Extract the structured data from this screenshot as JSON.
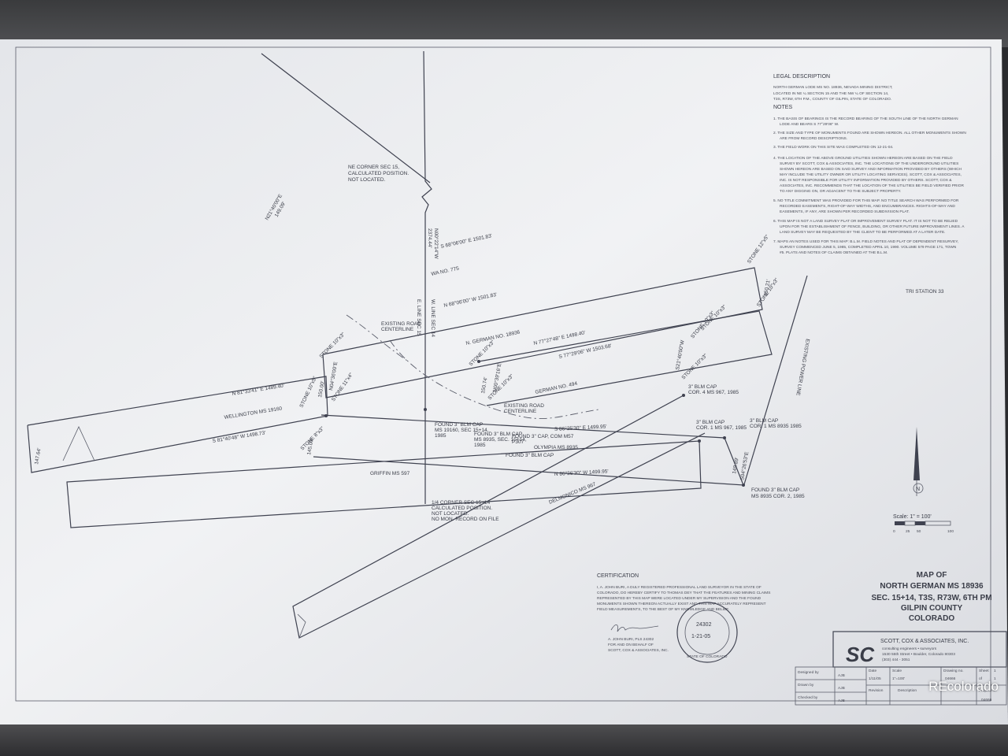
{
  "legal": {
    "heading": "LEGAL DESCRIPTION",
    "line1": "NORTH GERMAN LODE MS NO. 18936, NEVADA MINING DISTRICT,",
    "line2": "LOCATED IN NE ¼ SECTION 15 AND THE NW ¼ OF SECTION 14,",
    "line3": "T3S, R73W, 6TH P.M., COUNTY OF GILPIN, STATE OF COLORADO."
  },
  "notes": {
    "heading": "NOTES",
    "n1a": "1. THE BASIS OF BEARINGS IS THE RECORD BEARING OF THE SOUTH LINE OF THE NORTH GERMAN",
    "n1b": "LODE AND BEARS S 77°29'06\" W.",
    "n2a": "2. THE SIZE AND TYPE OF MONUMENTS FOUND ARE SHOWN HEREON. ALL OTHER MONUMENTS SHOWN",
    "n2b": "ARE FROM RECORD DESCRIPTIONS.",
    "n3": "3. THE FIELD WORK ON THIS SITE WAS COMPLETED ON 12-21-04.",
    "n4a": "4. THE LOCATION OF THE ABOVE GROUND UTILITIES SHOWN HEREON ARE BASED ON THE FIELD",
    "n4b": "SURVEY BY SCOTT, COX & ASSOCIATES, INC. THE LOCATIONS OF THE UNDERGROUND UTILITIES",
    "n4c": "SHOWN HEREON ARE BASED ON SAID SURVEY AND INFORMATION PROVIDED BY OTHERS (WHICH",
    "n4d": "MAY INCLUDE THE UTILITY OWNER OR UTILITY LOCATING SERVICES). SCOTT, COX & ASSOCIATES,",
    "n4e": "INC. IS NOT RESPONSIBLE FOR UTILITY INFORMATION PROVIDED BY OTHERS. SCOTT, COX &",
    "n4f": "ASSOCIATES, INC. RECOMMENDS THAT THE LOCATION OF THE UTILITIES BE FIELD VERIFIED PRIOR",
    "n4g": "TO ANY DIGGING ON, OR ADJACENT TO THE SUBJECT PROPERTY.",
    "n5a": "5. NO TITLE COMMITMENT WAS PROVIDED FOR THIS MAP. NO TITLE SEARCH WAS PERFORMED FOR",
    "n5b": "RECORDED EASEMENTS, RIGHT-OF-WAY WIDTHS, AND ENCUMBRANCES. RIGHTS-OF-WAY AND",
    "n5c": "EASEMENTS, IF ANY, ARE SHOWN PER RECORDED SUBDIVISION PLAT.",
    "n6a": "6. THIS MAP IS NOT A LAND SURVEY PLAT OR IMPROVEMENT SURVEY PLAT. IT IS NOT TO BE RELIED",
    "n6b": "UPON FOR THE ESTABLISHMENT OF FENCE, BUILDING, OR OTHER FUTURE IMPROVEMENT LINES. A",
    "n6c": "LAND SURVEY MAY BE REQUESTED BY THE CLIENT TO BE PERFORMED AT A LATER DATE.",
    "n7a": "7. MAPS AN NOTES USED FOR THIS MAP: B.L.M. FIELD NOTES AND PLAT OF DEPENDENT RESURVEY,",
    "n7b": "SURVEY COMMENCED JUNE 5, 1985, COMPLETED APRIL 10, 1990. VOLUME 579 PAGE 171, TOWN",
    "n7c": "#5. PLATS AND NOTES OF CLAIMS OBTAINED AT THE B.L.M."
  },
  "map": {
    "ne_corner_1": "NE CORNER SEC 15,",
    "ne_corner_2": "CALCULATED POSITION.",
    "ne_corner_3": "NOT LOCATED.",
    "bearing_nw_a": "N21°40'00\"E",
    "bearing_nw_b": "149.09'",
    "bearing_vert_a": "N00°22'14\"W",
    "bearing_vert_b": "2374.44'",
    "wa_no": "WA NO. 775",
    "bearing_s68": "S 68°06'00\" E      1501.83'",
    "bearing_n68": "N 68°06'00\" W      1501.83'",
    "e_line": "E. LINE SEC 15",
    "w_line": "W. LINE SEC 14",
    "bearing_n77": "N 77°27'48\" E     1498.40'",
    "bearing_s77": "S 77°29'06\" W     1503.68'",
    "north_german": "N. GERMAN NO. 18936",
    "german_494": "GERMAN NO. 494",
    "road_1a": "EXISTING ROAD",
    "road_1b": "CENTERLINE",
    "road_2a": "EXISTING ROAD",
    "road_2b": "CENTERLINE",
    "stone_a": "STONE 10\"x3\"",
    "stone_b": "STONE 10\"x3\"",
    "stone_c": "STONE 11\"x4\"",
    "stone_d": "STONE 10\"x5\"",
    "stone_e": "STONE 10\"x3\"",
    "stone_f": "STONE 8\"x3\"",
    "stone_g": "STONE 10\"x3\"",
    "stone_h": "STONE 10\"x3\"",
    "stone_i": "STONE 10\"x3\"",
    "stone_j": "STONE 12\"x5\"",
    "stone_k": "STONE 10\"x3\"",
    "bearing_n81": "N 81°33'41\" E     1489.40'",
    "wellington": "WELLINGTON  MS 19160",
    "bearing_s81": "S 81°40'48\" W     1498.73'",
    "bearing_n86": "N 86°26'30\" W     1499.95'",
    "bearing_s86": "S 86°25'30\" E     1499.95'",
    "found_1a": "FOUND 3\" BLM CAP",
    "found_1b": "MS 19160, SEC 15+14,",
    "found_1c": "1985",
    "found_2a": "FOUND 3\" BLM CAP",
    "found_2b": "MS 8935, SEC. 15+14,",
    "found_2c": "1985",
    "found_3a": "FOUND 3\" CAP, COM M57",
    "found_3b": "P307",
    "found_4": "FOUND 3\" BLM CAP",
    "olympia": "OLYMPIA  MS 8935",
    "griffin": "GRIFFIN  MS 597",
    "delmonico": "DELMONICO MS 967",
    "quarter_1": "1/4 CORNER SEC 15+14",
    "quarter_2": "CALCULATED POSITION.",
    "quarter_3": "NOT LOCATED.",
    "quarter_4": "NO MON. RECORD ON FILE",
    "blm_1a": "3\" BLM CAP",
    "blm_1b": "COR. 4 MS 967, 1985",
    "blm_2a": "3\" BLM CAP",
    "blm_2b": "COR. 1 MS 967, 1985",
    "blm_3a": "3\" BLM CAP",
    "blm_3b": "COR. 1 MS 8935 1985",
    "found_5a": "FOUND 3\" BLM CAP",
    "found_5b": "MS 8935 COR. 2, 1985",
    "power_line": "EXISTING POWER LINE",
    "tri_station": "TRI STATION 33",
    "dim_150": "150.00'",
    "dim_150b": "150.74'",
    "dim_145": "145.00'",
    "dim_147": "147.64'",
    "dim_149": "149.89'",
    "dim_right": "150.21'",
    "bearing_small_a": "N04°36'00\"E",
    "bearing_small_b": "S04°26'53\"E",
    "bearing_small_c": "S21°40'00\"W",
    "bearing_small_d": "N00°39'16\"E",
    "north": "N",
    "scale_label": "Scale:  1\" = 100'",
    "scale_0": "0",
    "scale_25": "25",
    "scale_50": "50",
    "scale_100": "100"
  },
  "certification": {
    "heading": "CERTIFICATION",
    "l1": "I, A. JOHN BURI, A DULY REGISTERED PROFESSIONAL LAND SURVEYOR IN THE STATE OF",
    "l2": "COLORADO, DO HEREBY CERTIFY TO THOMAS DEY THAT THE FEATURES AND MINING CLAIMS",
    "l3": "REPRESENTED BY THIS MAP WERE LOCATED UNDER MY SUPERVISION AND THE FOUND",
    "l4": "MONUMENTS SHOWN THEREON ACTUALLY EXIST AND THIS MAP ACCURATELY REPRESENT",
    "l5": "FIELD MEASUREMENTS, TO THE BEST OF MY KNOWLEDGE AND BELIEF.",
    "signer1": "A. JOHN BURI, PLS 24302",
    "signer2": "FOR AND ON BEHALF OF",
    "signer3": "SCOTT, COX & ASSOCIATES, INC.",
    "seal_num": "24302",
    "seal_date": "1-21-05",
    "seal_ring": "STATE OF COLORADO"
  },
  "title": {
    "l1": "MAP OF",
    "l2": "NORTH GERMAN MS 18936",
    "l3": "SEC. 15+14, T3S, R73W, 6TH PM",
    "l4": "GILPIN COUNTY",
    "l5": "COLORADO"
  },
  "titleblock": {
    "logo": "SC",
    "company": "SCOTT, COX & ASSOCIATES, INC.",
    "tagline": "consulting engineers  •  surveyors",
    "address": "1530 55th Street  •  Boulder, Colorado 80303",
    "phone": "(303) 444 - 3051",
    "designed_label": "Designed by",
    "designed_val": "AJB",
    "drawn_label": "Drawn by",
    "drawn_val": "AJB",
    "checked_label": "Checked by",
    "checked_val": "AJB",
    "date_label": "Date",
    "date_val": "1/11/05",
    "scale_label": "Scale",
    "scale_val": "1\"=100'",
    "drawing_label": "Drawing no.",
    "drawing_val": "04666",
    "revision_label": "Revision",
    "description_label": "Description",
    "sheet_label": "Sheet",
    "sheet_val": "1",
    "of_label": "of",
    "of_val": "1",
    "project_label": "Project no.",
    "project_val": "04666"
  },
  "watermark": "REcolorado"
}
